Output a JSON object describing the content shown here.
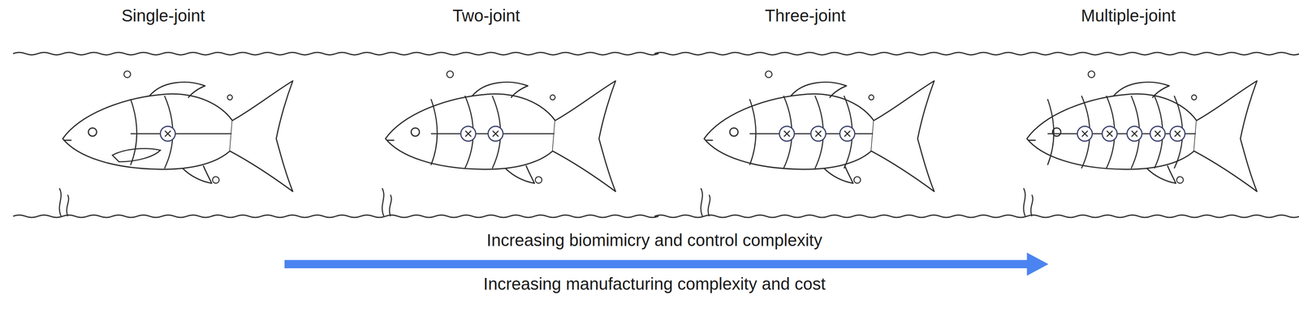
{
  "diagram": {
    "labels": [
      "Single-joint",
      "Two-joint",
      "Three-joint",
      "Multiple-joint",
      "Increasing biomimicry and control complexity",
      "Increasing manufacturing complexity and cost"
    ]
  }
}
